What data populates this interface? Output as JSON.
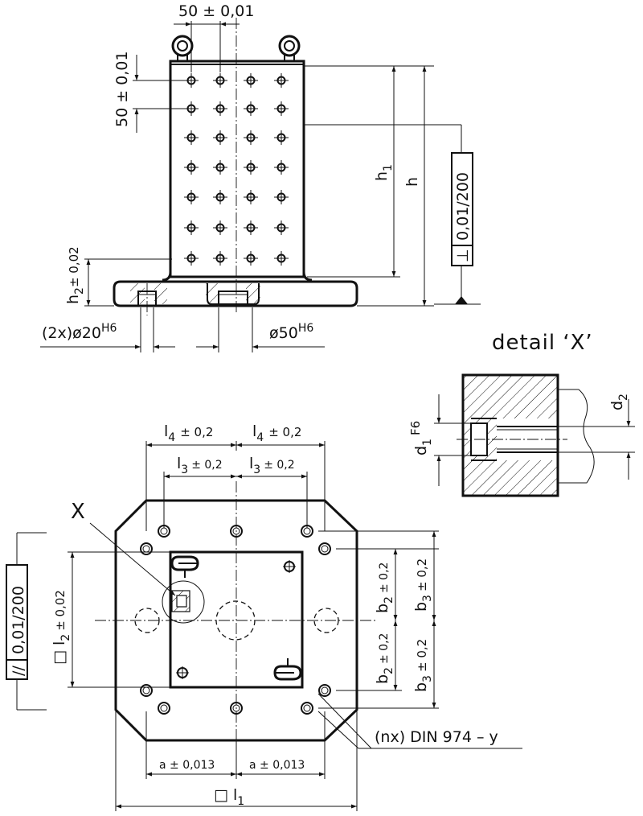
{
  "front_view": {
    "top_pitch": "50 ± 0,01",
    "vertical_pitch": "50 ± 0,01",
    "h1": "h",
    "h1_sub": "1",
    "h": "h",
    "h2_main": "h",
    "h2_sub": "2",
    "h2_tol": "± 0,02",
    "perp_tol_symbol": "⊥",
    "perp_tol_value": "0,01/200",
    "bore_left_prefix": "(2x)ø20",
    "bore_left_fit": "H6",
    "bore_center": "ø50",
    "bore_center_fit": "H6"
  },
  "detail": {
    "title": "detail  ‘X’",
    "d1_main": "d",
    "d1_sub": "1",
    "d1_fit": "F6",
    "d2_main": "d",
    "d2_sub": "2"
  },
  "top_view": {
    "x_mark": "X",
    "l4_left_main": "l",
    "l4_left_sub": "4",
    "l4_left_tol": "± 0,2",
    "l4_right_main": "l",
    "l4_right_sub": "4",
    "l4_right_tol": "± 0,2",
    "l3_left_main": "l",
    "l3_left_sub": "3",
    "l3_left_tol": "± 0,2",
    "l3_right_main": "l",
    "l3_right_sub": "3",
    "l3_right_tol": "± 0,2",
    "l2_main": "□ l",
    "l2_sub": "2",
    "l2_tol": "± 0,02",
    "par_tol_symbol": "//",
    "par_tol_value": "0,01/200",
    "b2_upper_main": "b",
    "b2_upper_sub": "2",
    "b2_upper_tol": "± 0,2",
    "b3_upper_main": "b",
    "b3_upper_sub": "3",
    "b3_upper_tol": "± 0,2",
    "b2_lower_main": "b",
    "b2_lower_sub": "2",
    "b2_lower_tol": "± 0,2",
    "b3_lower_main": "b",
    "b3_lower_sub": "3",
    "b3_lower_tol": "± 0,2",
    "din_note": "(nx) DIN 974  –  y",
    "a_left": "a ± 0,013",
    "a_right": "a ± 0,013",
    "l1_main": "□ l",
    "l1_sub": "1"
  }
}
